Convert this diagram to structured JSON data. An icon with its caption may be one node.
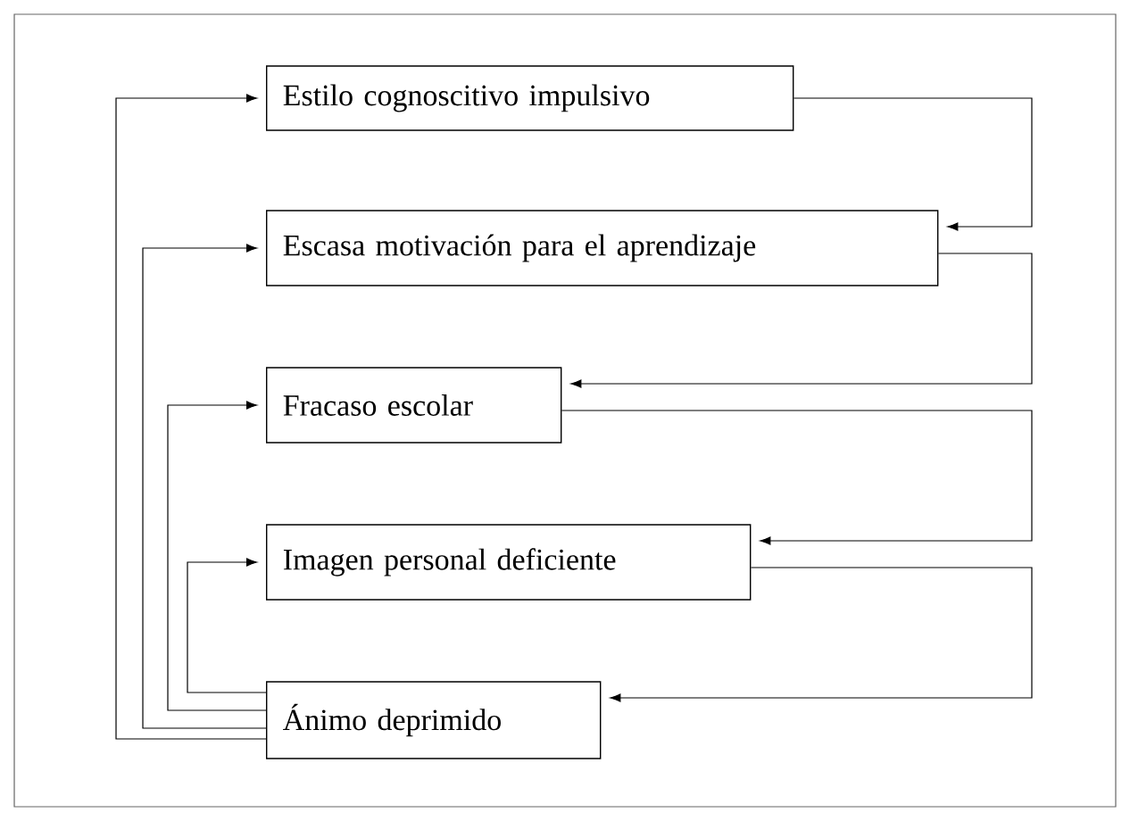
{
  "diagram": {
    "nodes": [
      {
        "text": [
          "Estilo cognoscitivo impulsivo"
        ]
      },
      {
        "text": [
          "Escasa motivación para el aprendizaje"
        ]
      },
      {
        "text": [
          "Fracaso escolar"
        ]
      },
      {
        "text": [
          "Imagen personal deficiente"
        ]
      },
      {
        "text": [
          "Ánimo deprimido"
        ]
      }
    ],
    "edges": [
      {
        "from": 0,
        "to": 1,
        "arrow": "to"
      },
      {
        "from": 1,
        "to": 2,
        "arrow": "to"
      },
      {
        "from": 2,
        "to": 3,
        "arrow": "to"
      },
      {
        "from": 3,
        "to": 4,
        "arrow": "to"
      },
      {
        "from": 4,
        "to": 3,
        "arrow": "to"
      },
      {
        "from": 4,
        "to": 2,
        "arrow": "to"
      },
      {
        "from": 4,
        "to": 1,
        "arrow": "to"
      },
      {
        "from": 4,
        "to": 0,
        "arrow": "to"
      }
    ]
  }
}
